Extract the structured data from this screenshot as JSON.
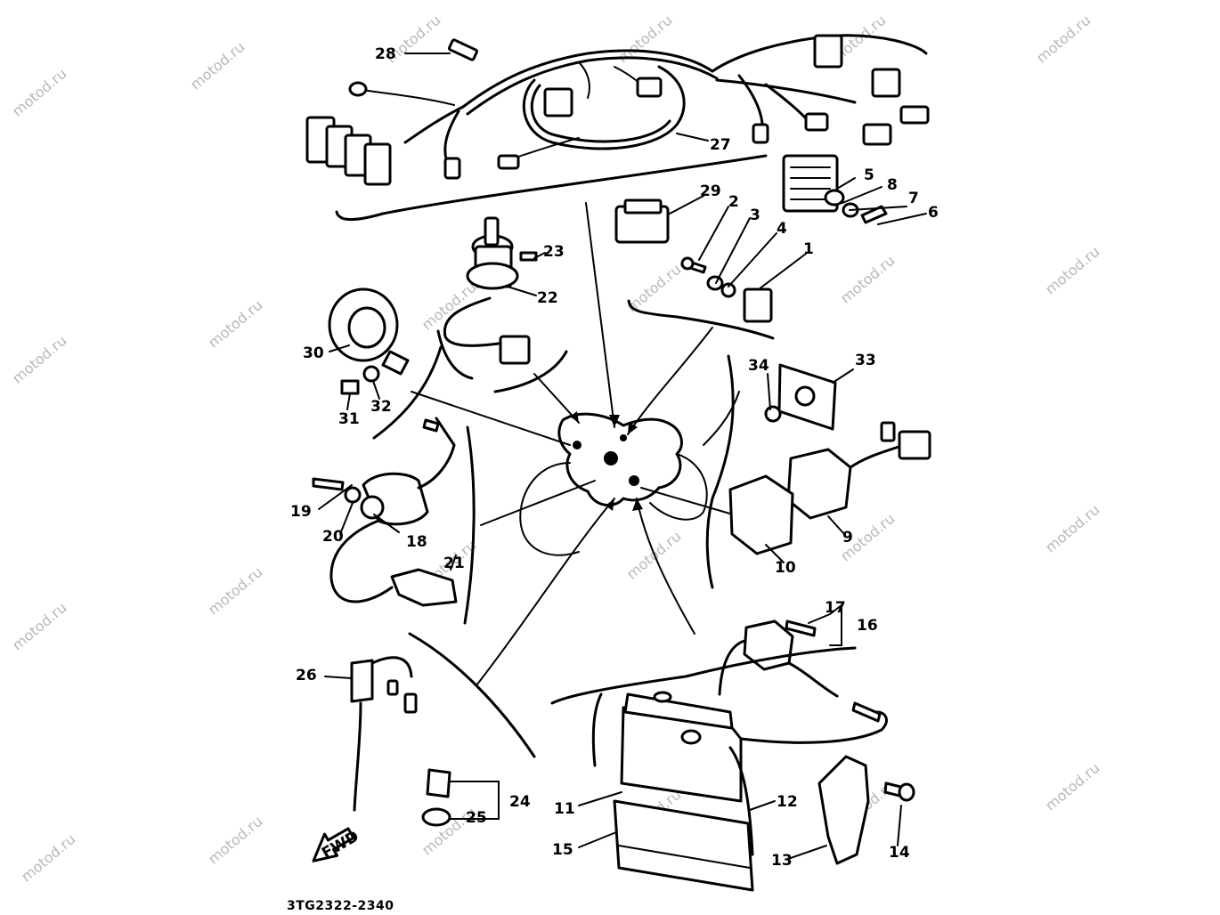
{
  "diagram": {
    "part_numbers": [
      "1",
      "2",
      "3",
      "4",
      "5",
      "6",
      "7",
      "8",
      "9",
      "10",
      "11",
      "12",
      "13",
      "14",
      "15",
      "16",
      "17",
      "18",
      "19",
      "20",
      "21",
      "22",
      "23",
      "24",
      "25",
      "26",
      "27",
      "28",
      "29",
      "30",
      "31",
      "32",
      "33",
      "34"
    ],
    "fwd_label": "FWD",
    "drawing_code": "3TG2322-2340",
    "watermark": "motod.ru"
  }
}
